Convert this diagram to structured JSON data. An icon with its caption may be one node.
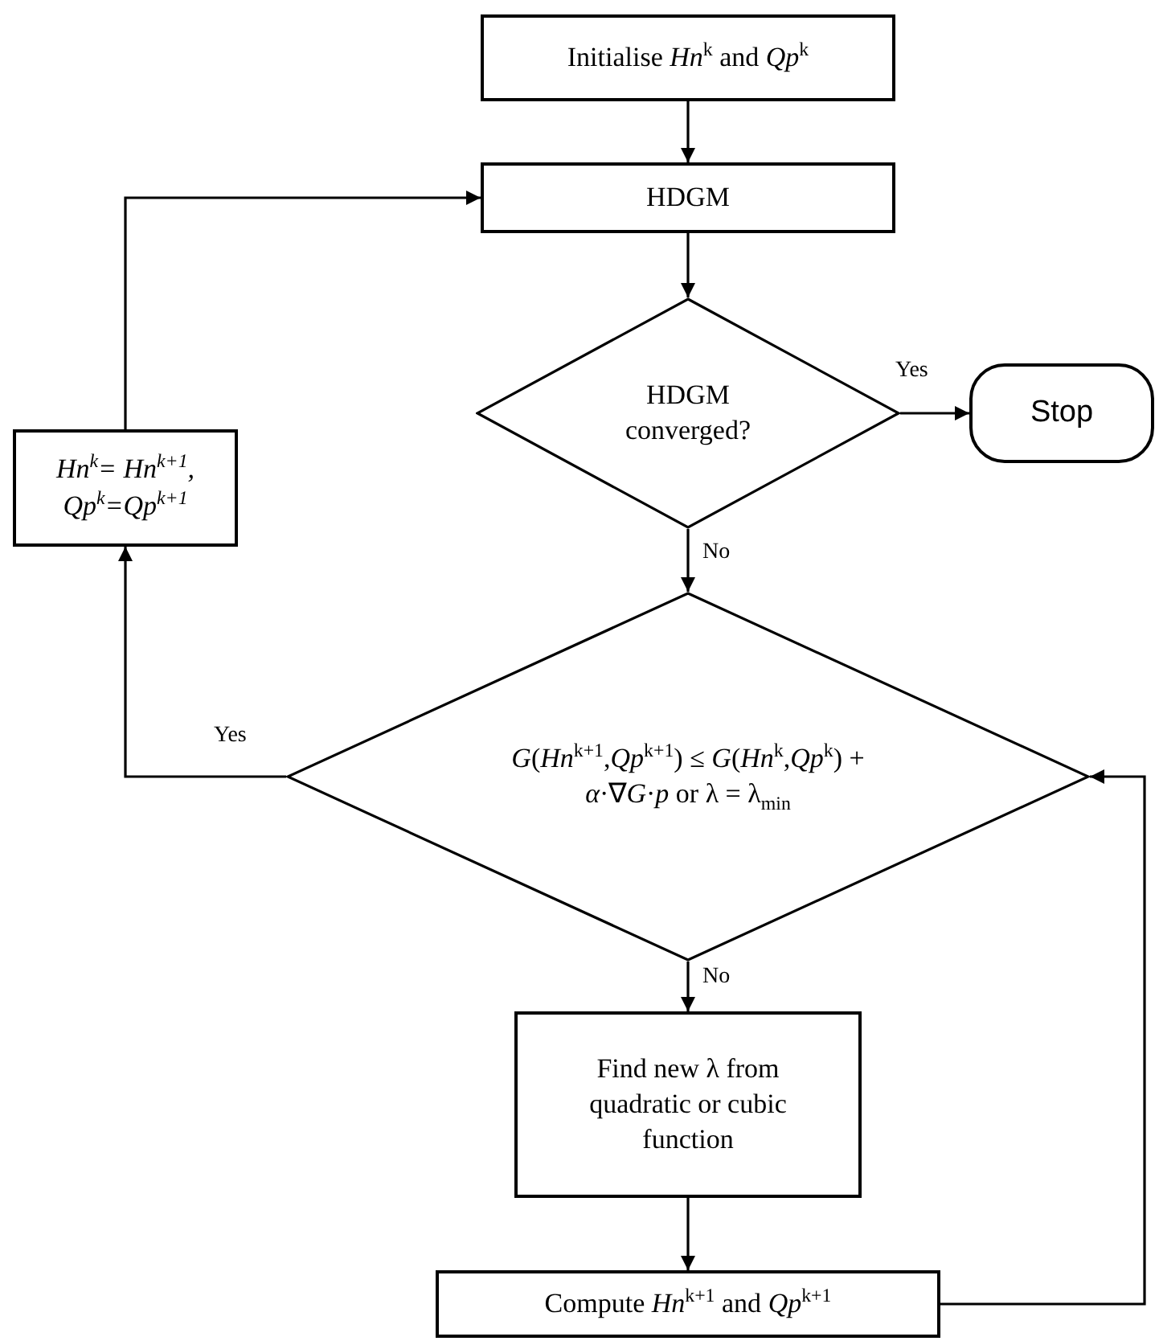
{
  "diagram": {
    "nodes": [
      {
        "text": [
          "Initialise *Hn*$^{k}$ and *Qp*$^{k}$"
        ]
      },
      {
        "text": [
          "HDGM"
        ]
      },
      {
        "text": [
          "HDGM converged?"
        ]
      },
      {
        "text": [
          "Stop"
        ]
      },
      {
        "text": [
          "Hn$^{k}$= Hn$^{k+1}$, Qp$^{k}$=Qp$^{k+1}$"
        ]
      },
      {
        "text": [
          "*G*(*Hn*$^{k+1}$,*Qp*$^{k+1}$) ≤ *G*(*Hn*$^{k}$,*Qp*$^{k}$) + *α*·∇*G*·*p* or λ = λ$_{min}$"
        ]
      },
      {
        "text": [
          "Find new λ from quadratic or cubic function"
        ]
      },
      {
        "text": [
          "Compute *Hn*$^{k+1}$ and *Qp*$^{k+1}$"
        ]
      }
    ],
    "edges": [
      {
        "from": 0,
        "to": 1,
        "arrow": "to"
      },
      {
        "from": 1,
        "to": 2,
        "arrow": "to"
      },
      {
        "from": 2,
        "to": 3,
        "arrow": "to",
        "label": "Yes"
      },
      {
        "from": 2,
        "to": 5,
        "arrow": "to",
        "label": "No"
      },
      {
        "from": 5,
        "to": 4,
        "arrow": "to",
        "label": "Yes"
      },
      {
        "from": 4,
        "to": 1,
        "arrow": "to"
      },
      {
        "from": 5,
        "to": 6,
        "arrow": "to",
        "label": "No"
      },
      {
        "from": 6,
        "to": 7,
        "arrow": "to"
      },
      {
        "from": 7,
        "to": 5,
        "arrow": "to"
      }
    ]
  }
}
